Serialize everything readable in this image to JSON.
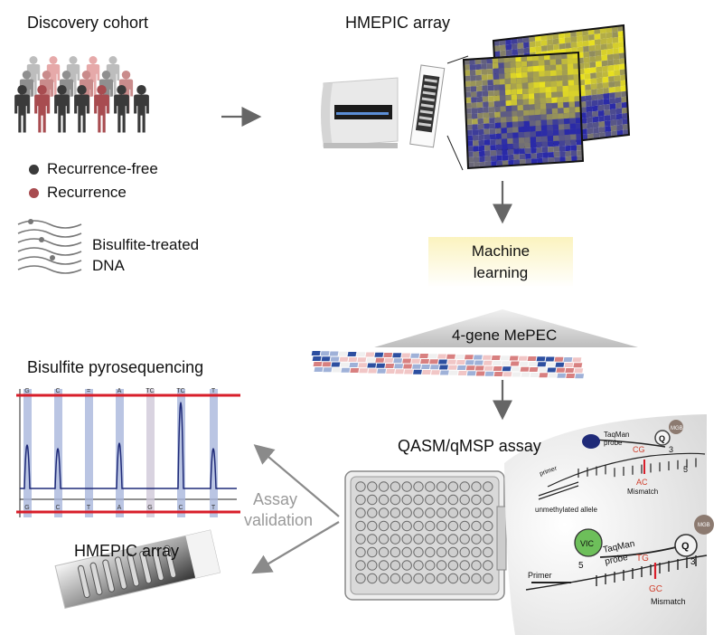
{
  "discovery": {
    "title": "Discovery cohort",
    "legend": [
      {
        "label": "Recurrence-free",
        "color": "#3a3a3a"
      },
      {
        "label": "Recurrence",
        "color": "#a84c50"
      }
    ],
    "dna_label_1": "Bisulfite-treated",
    "dna_label_2": "DNA"
  },
  "array_top": {
    "title": "HMEPIC array"
  },
  "machine_learning": {
    "line1": "Machine",
    "line2": "learning"
  },
  "mepec": {
    "label": "4-gene MePEC"
  },
  "pyro": {
    "title": "Bisulfite pyrosequencing",
    "top_bases": [
      "G",
      "C",
      "=",
      "A",
      "TC",
      "TC",
      "T"
    ],
    "bottom_bases": [
      "G",
      "C",
      "T",
      "A",
      "G",
      "C",
      "T"
    ]
  },
  "validation": {
    "line1": "Assay",
    "line2": "validation"
  },
  "array_bottom": {
    "title": "HMEPIC array"
  },
  "qasm": {
    "title": "QASM/qMSP assay",
    "upper": {
      "probe_1": "TaqMan",
      "probe_2": "probe",
      "cg": "CG",
      "ac": "AC",
      "mismatch": "Mismatch",
      "primer": "primer",
      "allele": "unmethylated allele",
      "q": "Q",
      "mgb": "MGB",
      "three": "3",
      "five": "5"
    },
    "lower": {
      "vic": "VIC",
      "probe_1": "TaqMan",
      "probe_2": "probe",
      "tg": "TG",
      "gc": "GC",
      "mismatch": "Mismatch",
      "primer": "Primer",
      "q": "Q",
      "mgb": "MGB",
      "three": "3",
      "five": "5"
    }
  },
  "colors": {
    "recurrence_free": "#3a3a3a",
    "recurrence": "#a84c50",
    "heatmap_low": "#2a2aa8",
    "heatmap_high": "#e8e020",
    "arrow": "#666666",
    "pyro_red": "#d81e2a",
    "pyro_lane": "#a9b6dc",
    "pyro_peak": "#1f2a78",
    "vic": "#6dbf5a"
  }
}
